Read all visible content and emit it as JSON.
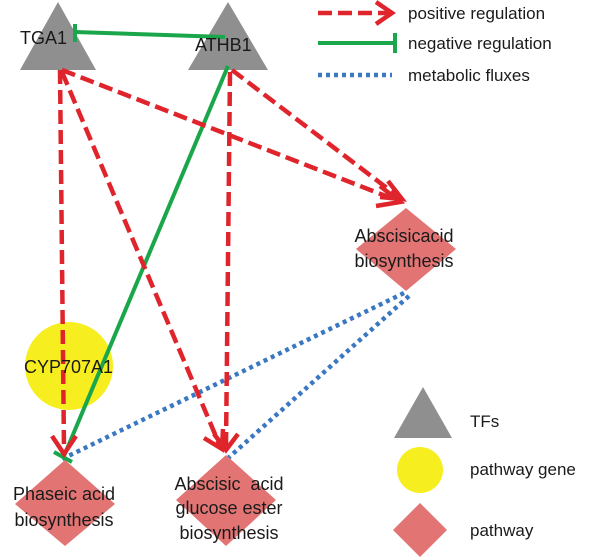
{
  "colors": {
    "positive": "#e0242c",
    "negative": "#1aa64a",
    "flux": "#3a78c2",
    "tf": "#8f8f8f",
    "gene": "#f6ee1e",
    "pathway": "#e27474"
  },
  "nodes": {
    "tga1": {
      "label": "TGA1",
      "kind": "tf"
    },
    "athb1": {
      "label": "ATHB1",
      "kind": "tf"
    },
    "cyp707a1": {
      "label": "CYP707A1",
      "kind": "pathway-gene"
    },
    "aba_bio": {
      "lines": [
        "Abscisicacid",
        "biosynthesis"
      ],
      "kind": "pathway"
    },
    "pa_bio": {
      "lines": [
        "Phaseic acid",
        "biosynthesis"
      ],
      "kind": "pathway"
    },
    "abage_bio": {
      "lines": [
        "Abscisic  acid",
        "glucose ester",
        "biosynthesis"
      ],
      "kind": "pathway"
    }
  },
  "edges": [
    {
      "from": "tga1",
      "to": "athb1",
      "type": "negative regulation"
    },
    {
      "from": "athb1",
      "to": "pa_bio",
      "type": "negative regulation"
    },
    {
      "from": "tga1",
      "to": "pa_bio",
      "type": "positive regulation"
    },
    {
      "from": "tga1",
      "to": "abage_bio",
      "type": "positive regulation"
    },
    {
      "from": "tga1",
      "to": "aba_bio",
      "type": "positive regulation"
    },
    {
      "from": "athb1",
      "to": "aba_bio",
      "type": "positive regulation"
    },
    {
      "from": "athb1",
      "to": "abage_bio",
      "type": "positive regulation"
    },
    {
      "from": "aba_bio",
      "to": "pa_bio",
      "type": "metabolic fluxes"
    },
    {
      "from": "aba_bio",
      "to": "abage_bio",
      "type": "metabolic fluxes"
    }
  ],
  "legend": {
    "edges": {
      "positive": "positive regulation",
      "negative": "negative regulation",
      "flux": "metabolic fluxes"
    },
    "nodes": {
      "tf": "TFs",
      "gene": "pathway gene",
      "pathway": "pathway"
    }
  }
}
